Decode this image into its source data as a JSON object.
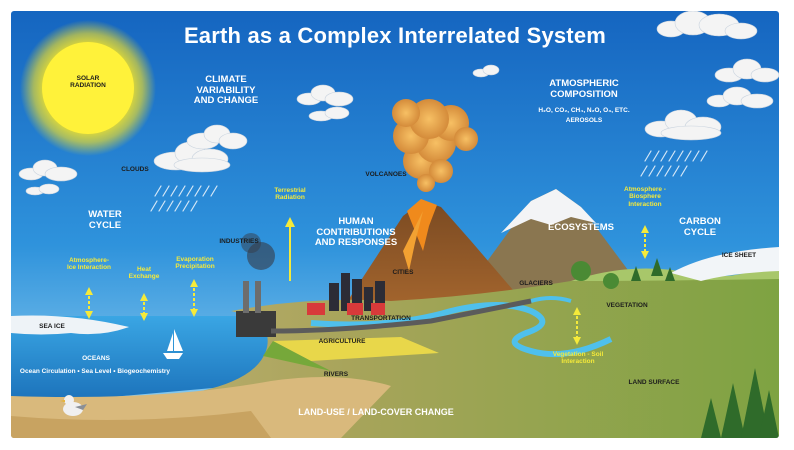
{
  "title": "Earth as a Complex Interrelated System",
  "labels": {
    "solar_radiation": "SOLAR\nRADIATION",
    "climate": "CLIMATE\nVARIABILITY\nAND CHANGE",
    "atmospheric_composition": "ATMOSPHERIC\nCOMPOSITION",
    "gases": "H₂O, CO₂, CH₄, N₂O, O₃, ETC.",
    "aerosols": "AEROSOLS",
    "clouds": "CLOUDS",
    "volcanoes": "VOLCANOES",
    "water_cycle": "WATER\nCYCLE",
    "human": "HUMAN\nCONTRIBUTIONS\nAND RESPONSES",
    "ecosystems": "ECOSYSTEMS",
    "carbon_cycle": "CARBON\nCYCLE",
    "industries": "INDUSTRIES",
    "cities": "CITIES",
    "ice_sheet": "ICE SHEET",
    "glaciers": "GLACIERS",
    "sea_ice": "SEA ICE",
    "transportation": "TRANSPORTATION",
    "vegetation": "VEGETATION",
    "agriculture": "AGRICULTURE",
    "oceans": "OCEANS",
    "ocean_details": "Ocean Circulation • Sea Level • Biogeochemistry",
    "rivers": "RIVERS",
    "land_surface": "LAND SURFACE",
    "land_use": "LAND-USE / LAND-COVER CHANGE"
  },
  "interactions": {
    "terrestrial_radiation": "Terrestrial\nRadiation",
    "atmosphere_ice": "Atmosphere-\nIce Interaction",
    "heat_exchange": "Heat\nExchange",
    "evaporation": "Evaporation\nPrecipitation",
    "atmosphere_biosphere": "Atmosphere -\nBiosphere\nInteraction",
    "vegetation_soil": "Vegetation - Soil\nInteraction"
  },
  "colors": {
    "sky_top": "#1565c0",
    "sky_bottom": "#8fd0f2",
    "interaction_text": "#f5ea3a",
    "sun": "#ffee2a",
    "ocean": "#1e88d0",
    "land": "#8aa84a",
    "mountain": "#8b6a3c"
  }
}
